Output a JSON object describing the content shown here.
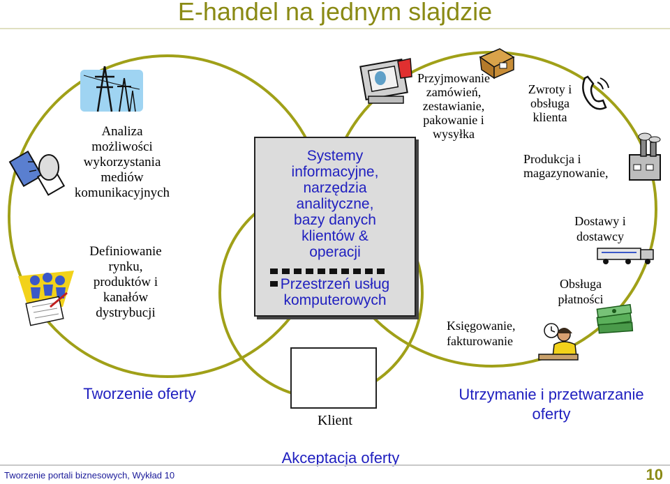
{
  "slide": {
    "title": "E-handel na jednym slajdzie",
    "footer": "Tworzenie portali biznesowych, Wykład 10",
    "page_number": "10"
  },
  "left_circle": {
    "text1": [
      "Analiza",
      "możliwości",
      "wykorzystania",
      "mediów",
      "komunikacyjnych"
    ],
    "text2": [
      "Definiowanie",
      "rynku,",
      "produktów i",
      "kanałów",
      "dystrybucji"
    ],
    "caption": "Tworzenie oferty",
    "icons": [
      "power-lines-icon",
      "satellite-dish-icon",
      "meeting-icon"
    ]
  },
  "center_box": {
    "lines1": [
      "Systemy",
      "informacyjne,",
      "narzędzia",
      "analityczne,",
      "bazy danych",
      "klientów &",
      "operacji"
    ],
    "lines2": [
      "Przestrzeń usług",
      "komputerowych"
    ]
  },
  "middle_circle": {
    "caption": "Akceptacja oferty",
    "client_label": "Klient",
    "icons": [
      "computer-screen-icon",
      "customer-at-computer-icon"
    ]
  },
  "right_circle": {
    "item1": [
      "Przyjmowanie",
      "zamówień,",
      "zestawianie,",
      "pakowanie i",
      "wysyłka"
    ],
    "item2": [
      "Zwroty i",
      "obsługa",
      "klienta"
    ],
    "item3": [
      "Produkcja i",
      "magazynowanie,"
    ],
    "item4": [
      "Dostawy i",
      "dostawcy"
    ],
    "item5": [
      "Obsługa",
      "płatności"
    ],
    "item6": [
      "Księgowanie,",
      "fakturowanie"
    ],
    "caption": [
      "Utrzymanie i przetwarzanie",
      "oferty"
    ],
    "icons": [
      "package-box-icon",
      "telephone-icon",
      "factory-icon",
      "delivery-truck-icon",
      "money-stack-icon",
      "accountant-icon"
    ]
  },
  "colors": {
    "title": "#8a8a14",
    "ring": "#a0a018",
    "blue_text": "#1f1fbf",
    "box_fill": "#dcdcdc"
  }
}
